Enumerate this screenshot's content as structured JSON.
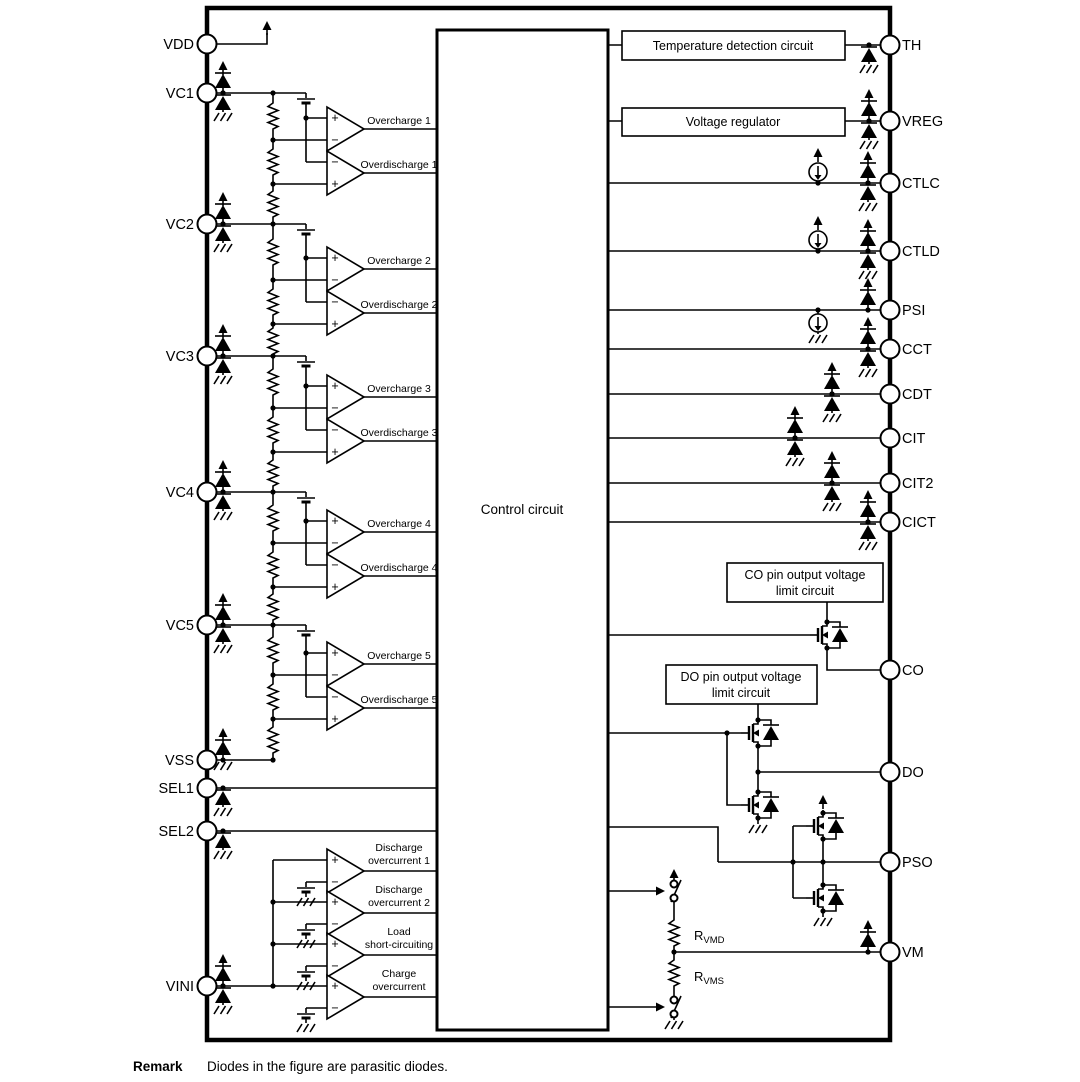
{
  "pins_left": [
    "VDD",
    "VC1",
    "VC2",
    "VC3",
    "VC4",
    "VC5",
    "VSS",
    "SEL1",
    "SEL2",
    "VINI"
  ],
  "pins_right": [
    "TH",
    "VREG",
    "CTLC",
    "CTLD",
    "PSI",
    "CCT",
    "CDT",
    "CIT",
    "CIT2",
    "CICT",
    "CO",
    "DO",
    "PSO",
    "VM"
  ],
  "blocks": {
    "control": "Control circuit",
    "temperature": "Temperature detection circuit",
    "voltage_regulator": "Voltage regulator",
    "co_limit_1": "CO pin output voltage",
    "co_limit_2": "limit circuit",
    "do_limit_1": "DO pin output voltage",
    "do_limit_2": "limit circuit"
  },
  "comparators": {
    "overcharge": [
      "Overcharge 1",
      "Overcharge 2",
      "Overcharge 3",
      "Overcharge 4",
      "Overcharge 5"
    ],
    "overdischarge": [
      "Overdischarge 1",
      "Overdischarge 2",
      "Overdischarge 3",
      "Overdischarge 4",
      "Overdischarge 5"
    ],
    "bottom": [
      {
        "l1": "Discharge",
        "l2": "overcurrent 1"
      },
      {
        "l1": "Discharge",
        "l2": "overcurrent 2"
      },
      {
        "l1": "Load",
        "l2": "short-circuiting"
      },
      {
        "l1": "Charge",
        "l2": "overcurrent"
      }
    ],
    "plus": "+",
    "minus": "−"
  },
  "resistors": {
    "rvmd_base": "R",
    "rvmd_sub": "VMD",
    "rvms_base": "R",
    "rvms_sub": "VMS"
  },
  "remark": {
    "title": "Remark",
    "text": "Diodes in the figure are parasitic diodes."
  }
}
